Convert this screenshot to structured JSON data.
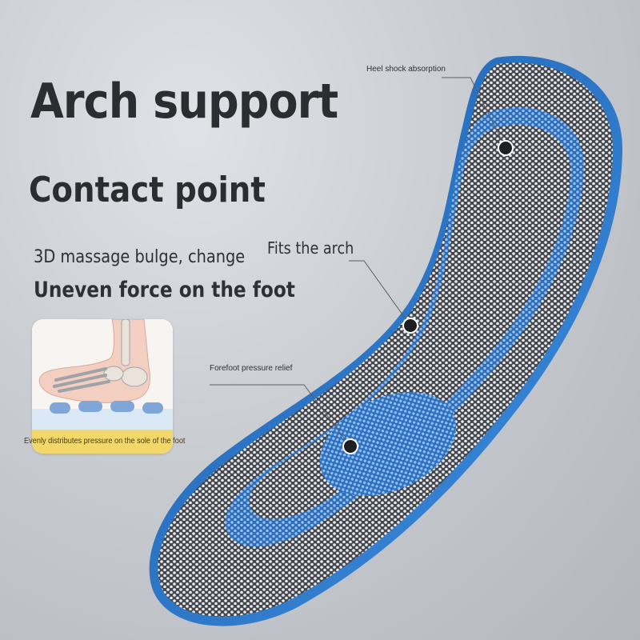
{
  "headline": {
    "title": "Arch support",
    "subtitle": "Contact point"
  },
  "description": {
    "line1": "3D massage bulge, change",
    "line2": "Uneven force on the foot"
  },
  "callouts": {
    "heel": "Heel shock absorption",
    "arch": "Fits the arch",
    "forefoot": "Forefoot pressure relief"
  },
  "inset": {
    "caption": "Evenly distributes pressure on the sole of the foot"
  },
  "colors": {
    "background": "#c9ccd1",
    "text": "#2b2d31",
    "insole_blue": "#3f86d6",
    "insole_mesh": "#5a5d63",
    "caption_band": "#f2d86a"
  }
}
